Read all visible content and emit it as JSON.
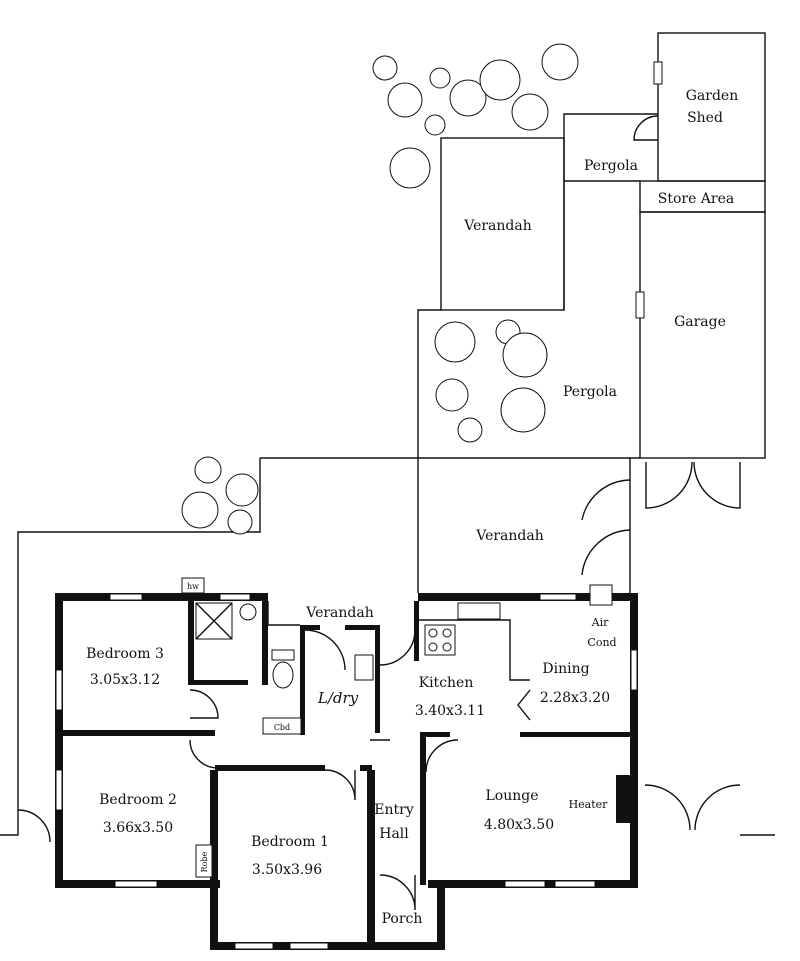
{
  "outdoor": {
    "garden_shed": [
      "Garden",
      "Shed"
    ],
    "store_area": "Store Area",
    "pergola_top": "Pergola",
    "verandah_top": "Verandah",
    "garage": "Garage",
    "pergola_mid": "Pergola",
    "verandah_mid": "Verandah"
  },
  "rooms": {
    "verandah_small": "Verandah",
    "bedroom3": {
      "name": "Bedroom 3",
      "size": "3.05x3.12"
    },
    "bedroom2": {
      "name": "Bedroom 2",
      "size": "3.66x3.50"
    },
    "bedroom1": {
      "name": "Bedroom 1",
      "size": "3.50x3.96"
    },
    "laundry": "L/dry",
    "kitchen": {
      "name": "Kitchen",
      "size": "3.40x3.11"
    },
    "dining": {
      "name": "Dining",
      "size": "2.28x3.20"
    },
    "lounge": {
      "name": "Lounge",
      "size": "4.80x3.50"
    },
    "entry_hall": [
      "Entry",
      "Hall"
    ],
    "porch": "Porch"
  },
  "fixtures": {
    "air_cond": [
      "Air",
      "Cond"
    ],
    "heater": "Heater",
    "hw": "hw",
    "cbd": "Cbd",
    "robe": "Robe"
  }
}
